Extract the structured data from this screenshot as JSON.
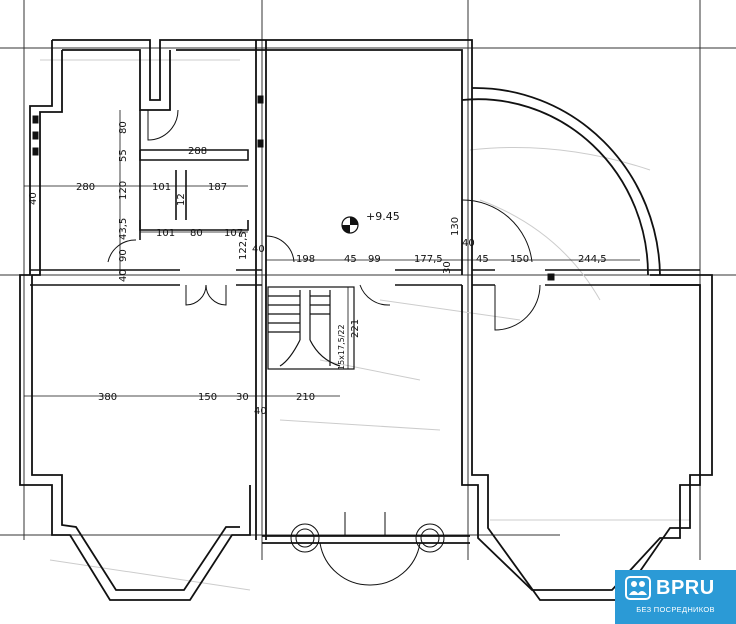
{
  "plan": {
    "level_mark": "+9.45",
    "dimensions": {
      "d_280": "280",
      "d_40_left": "40",
      "d_120": "120",
      "d_101": "101",
      "d_187": "187",
      "d_288": "288",
      "d_12": "12",
      "d_80_v": "80",
      "d_55": "55",
      "d_101_b": "101",
      "d_80_b": "80",
      "d_107": "107",
      "d_43_5": "43,5",
      "d_90": "90",
      "d_40_v": "40",
      "d_122_5": "122,5",
      "d_40_mid": "40",
      "d_198": "198",
      "d_45": "45",
      "d_99": "99",
      "d_177_5": "177,5",
      "d_30": "30",
      "d_45_b": "45",
      "d_150_top": "150",
      "d_244_5": "244,5",
      "d_130": "130",
      "d_40_right": "40",
      "d_221": "221",
      "d_stair": "15x17,5/22",
      "d_380": "380",
      "d_150": "150",
      "d_30_b": "30",
      "d_210": "210",
      "d_40_bottom": "40"
    }
  },
  "badge": {
    "brand": "BPRU",
    "tagline": "БЕЗ ПОСРЕДНИКОВ",
    "color": "#2b9ad6"
  }
}
